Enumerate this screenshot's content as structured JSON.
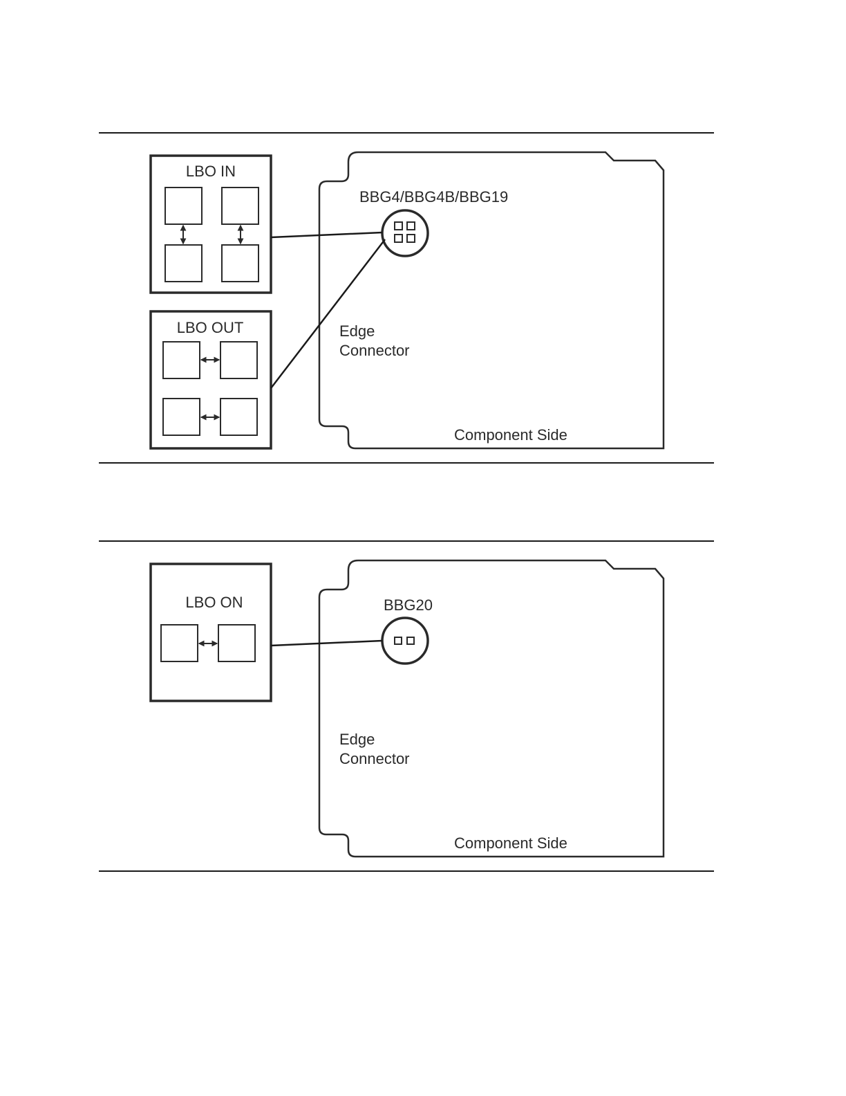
{
  "figure_a": {
    "lbo_in_label": "LBO IN",
    "lbo_out_label": "LBO OUT",
    "board_label": "BBG4/BBG4B/BBG19",
    "edge_connector_line1": "Edge",
    "edge_connector_line2": "Connector",
    "component_side_label": "Component Side"
  },
  "figure_b": {
    "lbo_on_label": "LBO ON",
    "board_label": "BBG20",
    "edge_connector_line1": "Edge",
    "edge_connector_line2": "Connector",
    "component_side_label": "Component Side"
  },
  "colors": {
    "ink": "#2a2a2a",
    "background": "#ffffff"
  }
}
